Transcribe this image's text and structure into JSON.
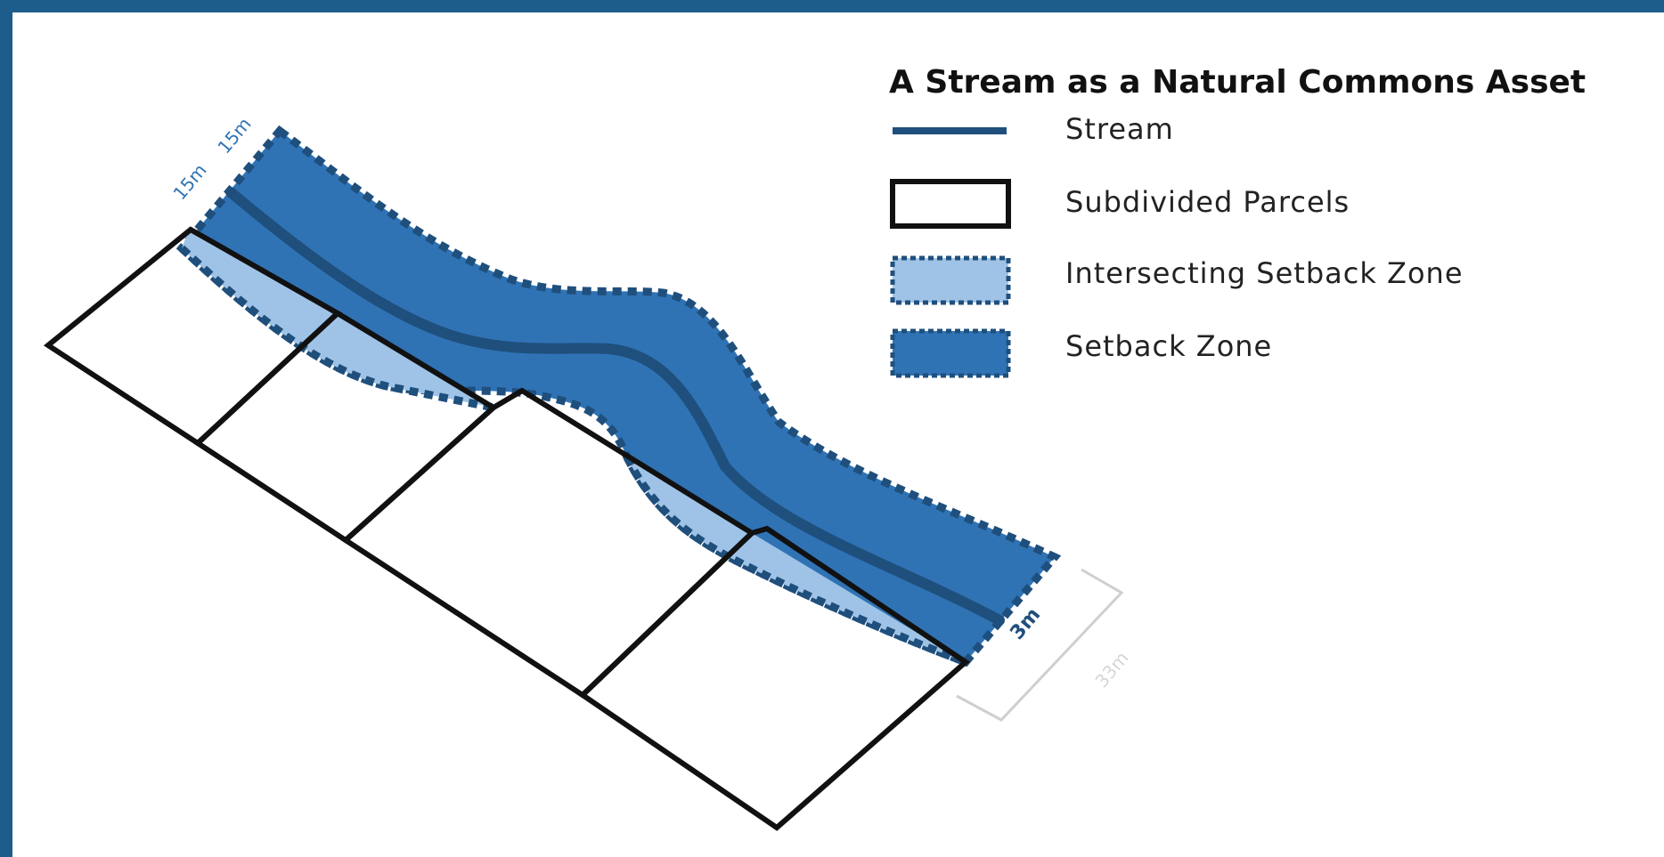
{
  "legend": {
    "title": "A Stream as a Natural Commons Asset",
    "items": [
      {
        "label": "Stream"
      },
      {
        "label": "Subdivided Parcels"
      },
      {
        "label": "Intersecting Setback Zone"
      },
      {
        "label": "Setback Zone"
      }
    ]
  },
  "dimensions": {
    "setback_top": "15m",
    "setback_left": "15m",
    "stream_width": "3m",
    "parcel_depth": "33m"
  },
  "colors": {
    "stream": "#1f4f7c",
    "setback_zone": "#2f73b5",
    "intersecting_zone": "#9fc3e6",
    "parcel_outline": "#111111",
    "dimension_grey": "#cfcfcf",
    "frame": "#1c5d8c"
  }
}
